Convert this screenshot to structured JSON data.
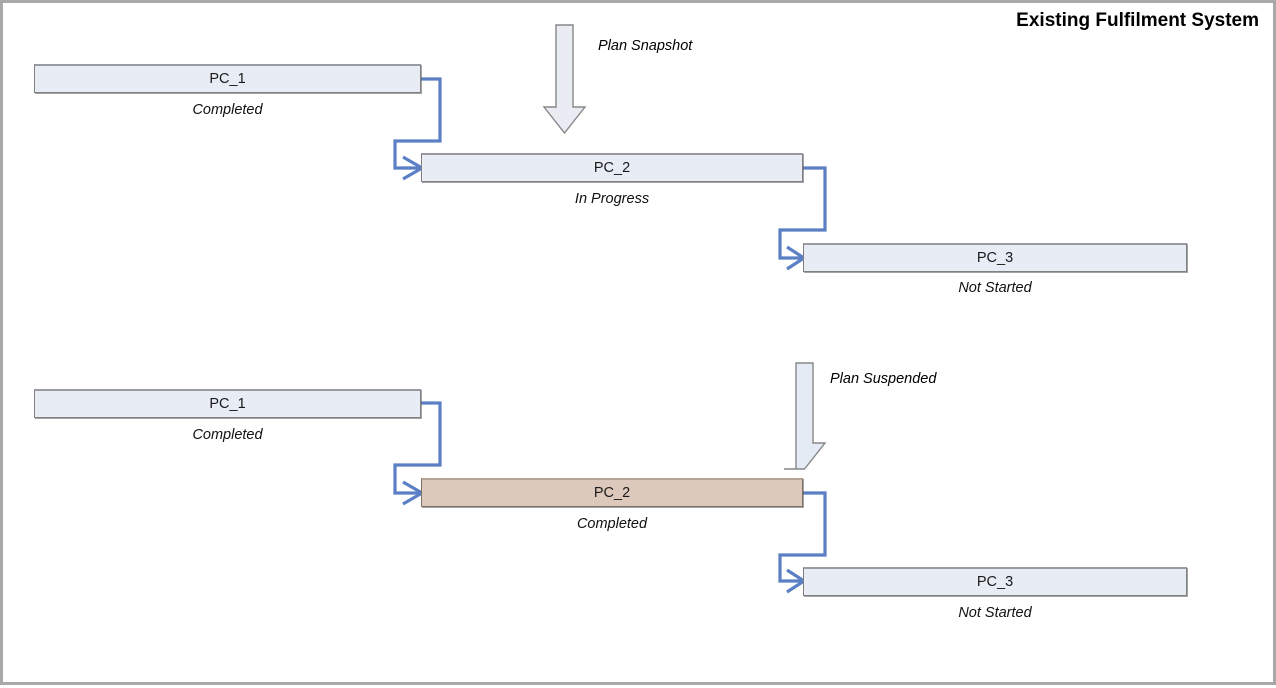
{
  "header": {
    "title": "Existing Fulfilment System"
  },
  "colors": {
    "bar_fill": "#e7ecf5",
    "bar_fill_completed_override": "#ddc9bb",
    "bar_border": "#808080",
    "connector_blue": "#5b7fc4",
    "block_arrow_fill": "#e8ecf3",
    "block_arrow_border": "#808080",
    "frame_border": "#a8a8a8",
    "text": "#000000"
  },
  "diagram": {
    "type": "gantt-style-sequence",
    "sections": [
      {
        "name": "snapshot-scenario",
        "annotation": {
          "label": "Plan Snapshot",
          "arrow": "down-block-arrow"
        },
        "bars": [
          {
            "id": "top-pc-1",
            "name": "PC_1",
            "status": "Completed",
            "fill": "blue"
          },
          {
            "id": "top-pc-2",
            "name": "PC_2",
            "status": "In Progress",
            "fill": "blue"
          },
          {
            "id": "top-pc-3",
            "name": "PC_3",
            "status": "Not Started",
            "fill": "blue"
          }
        ],
        "connectors": [
          {
            "from": "top-pc-1",
            "to": "top-pc-2",
            "style": "finish-to-start"
          },
          {
            "from": "top-pc-2",
            "to": "top-pc-3",
            "style": "finish-to-start"
          }
        ]
      },
      {
        "name": "suspended-scenario",
        "annotation": {
          "label": "Plan Suspended",
          "arrow": "down-block-arrow"
        },
        "bars": [
          {
            "id": "bottom-pc-1",
            "name": "PC_1",
            "status": "Completed",
            "fill": "blue"
          },
          {
            "id": "bottom-pc-2",
            "name": "PC_2",
            "status": "Completed",
            "fill": "tan"
          },
          {
            "id": "bottom-pc-3",
            "name": "PC_3",
            "status": "Not Started",
            "fill": "blue"
          }
        ],
        "connectors": [
          {
            "from": "bottom-pc-1",
            "to": "bottom-pc-2",
            "style": "finish-to-start"
          },
          {
            "from": "bottom-pc-2",
            "to": "bottom-pc-3",
            "style": "finish-to-start"
          }
        ]
      }
    ]
  }
}
